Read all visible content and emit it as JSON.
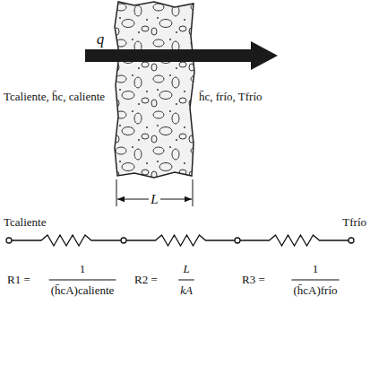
{
  "diagram": {
    "labels": [
      "q",
      "Tcaliente, h̄c, caliente",
      "h̄c, frío, Tfrío",
      "L",
      "Tcaliente",
      "Tfrío",
      "R1 =",
      "1",
      "(h̄cA)caliente",
      "R2 =",
      "L",
      "kA",
      "R3 =",
      "1",
      "(h̄cA)frío"
    ]
  }
}
